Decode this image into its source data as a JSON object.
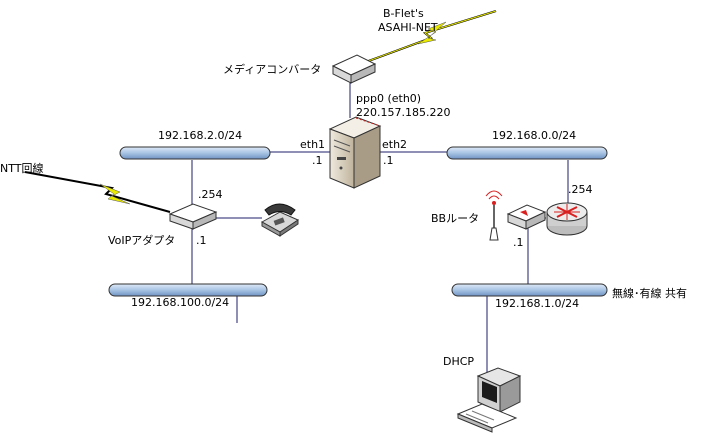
{
  "labels": {
    "isp": [
      "B-Flet's",
      "ASAHI-NET"
    ],
    "media_converter": "メディアコンバータ",
    "ppp0": "ppp0 (eth0)",
    "ppp0_ip": "220.157.185.220",
    "eth1": "eth1",
    "eth2": "eth2",
    "server_eth1_host": ".1",
    "server_eth2_host": ".1",
    "net_left": "192.168.2.0/24",
    "net_right": "192.168.0.0/24",
    "ntt_line": "NTT回線",
    "voip_254": ".254",
    "voip_adapter": "VoIPアダプタ",
    "voip_host": ".1",
    "net_voip": "192.168.100.0/24",
    "router_254": ".254",
    "bb_router": "BBルータ",
    "bb_host": ".1",
    "wireless_shared": "無線･有線 共有",
    "net_lan": "192.168.1.0/24",
    "dhcp": "DHCP"
  },
  "colors": {
    "bus_fill": "#a9c4e4",
    "bus_stroke": "#333333",
    "link_line": "#1f1f6b",
    "lightning": "#e8e800",
    "router_blue": "#3b6fb6",
    "router_red": "#d82020",
    "server_body": "#d8cfc0"
  }
}
